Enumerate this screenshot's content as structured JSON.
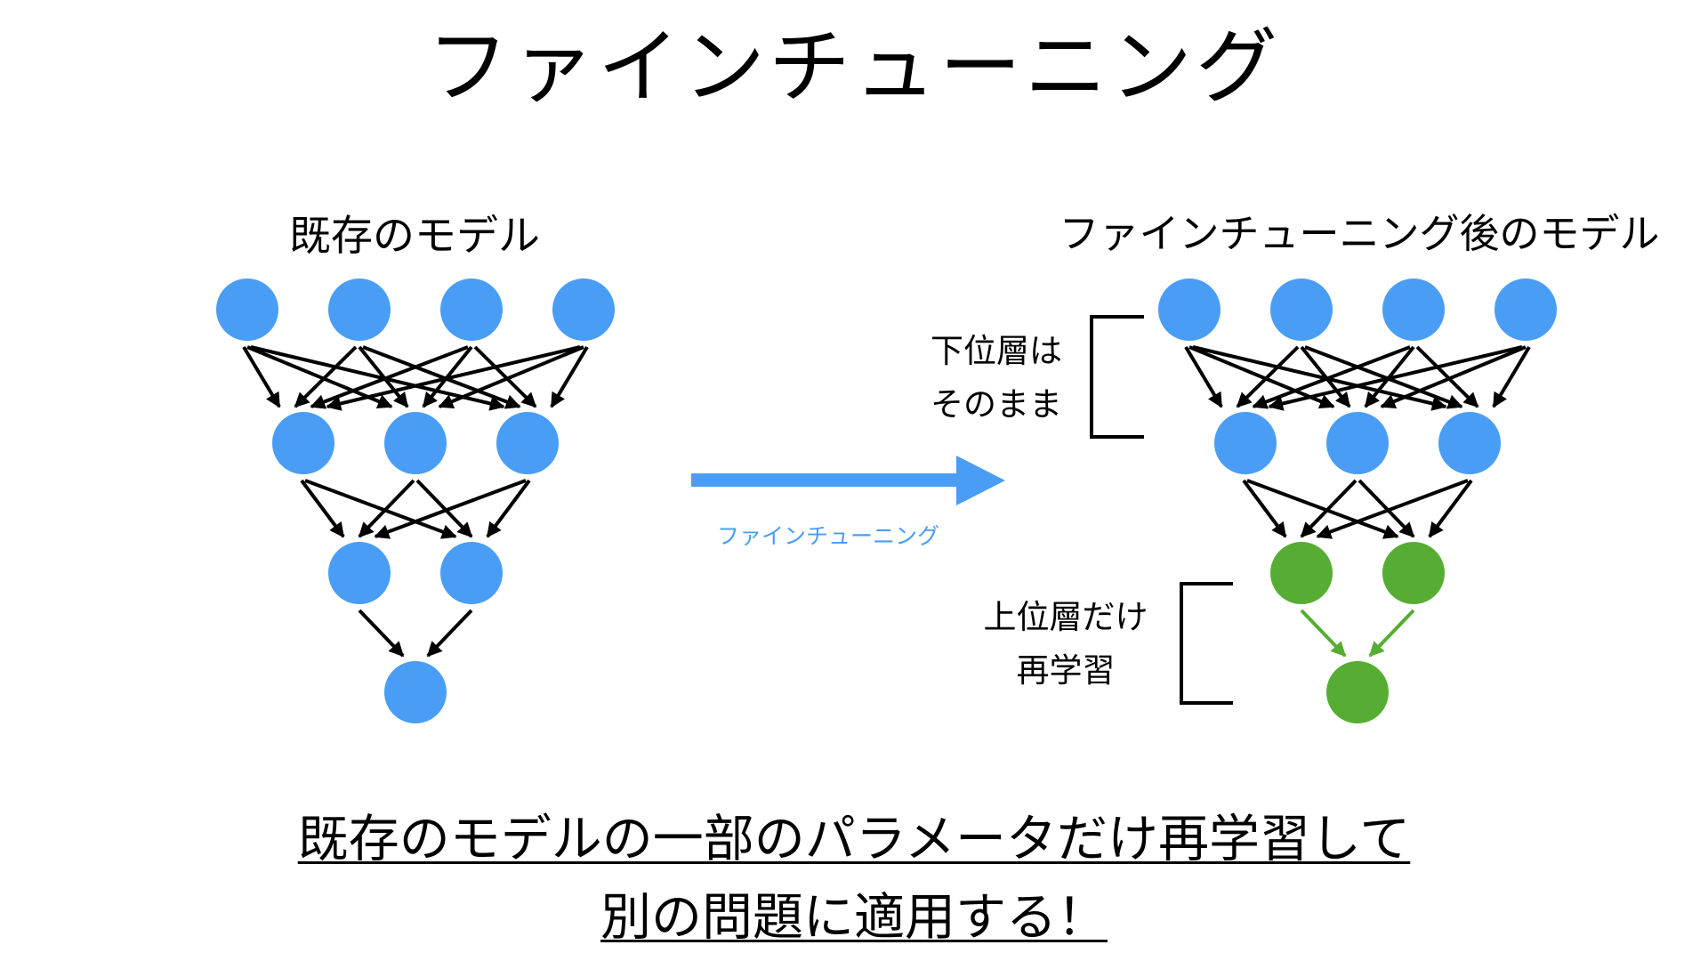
{
  "title": "ファインチューニング",
  "colors": {
    "frozen_node": "#4a9df5",
    "retrained_node": "#57ad33",
    "transfer_arrow": "#4a9df5",
    "edge": "#000000"
  },
  "left_model": {
    "title": "既存のモデル",
    "layers": [
      4,
      3,
      2,
      1
    ],
    "retrained_from_layer": null
  },
  "transfer": {
    "label": "ファインチューニング",
    "icon": "right-arrow-icon"
  },
  "right_model": {
    "title": "ファインチューニング後のモデル",
    "layers": [
      4,
      3,
      2,
      1
    ],
    "retrained_from_layer": 2,
    "notes": {
      "lower": [
        "下位層は",
        "そのまま"
      ],
      "upper": [
        "上位層だけ",
        "再学習"
      ]
    }
  },
  "summary": {
    "line1": "既存のモデルの一部のパラメータだけ再学習して",
    "line2": "別の問題に適用する！"
  }
}
